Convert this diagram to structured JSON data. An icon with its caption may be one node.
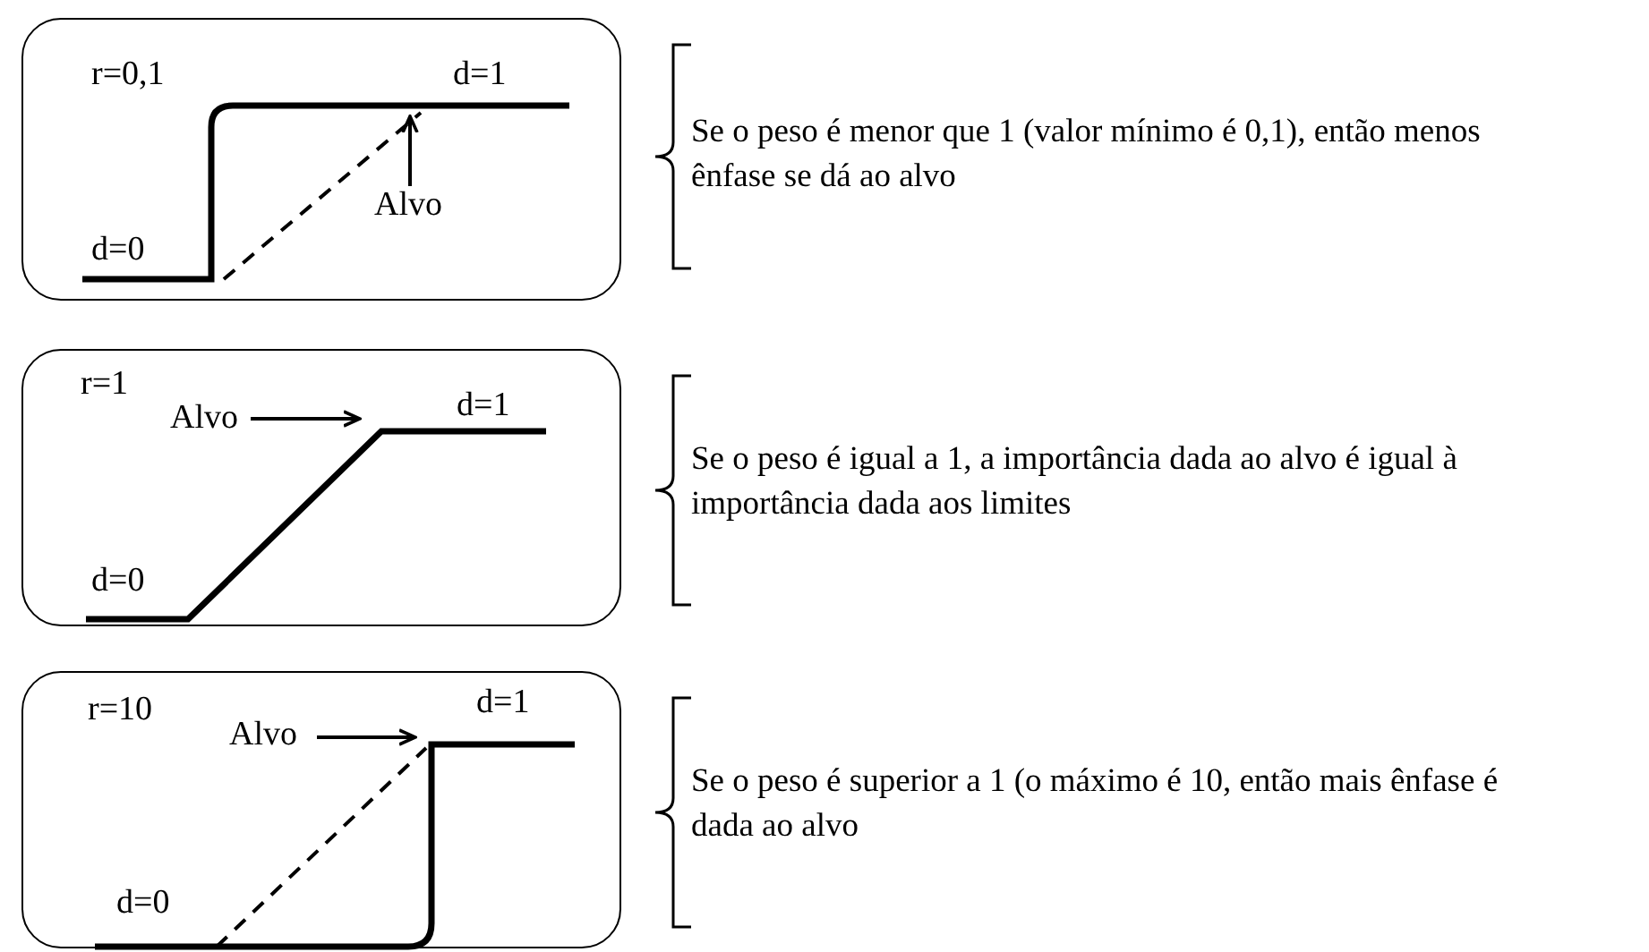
{
  "diagram": {
    "nodes": [
      {
        "text": [
          "r=0,1",
          "d=1",
          "d=0"
        ]
      },
      {
        "text": [
          "Alvo"
        ],
        "in": 0
      },
      {
        "text": [
          "r=1",
          "d=1",
          "d=0"
        ]
      },
      {
        "text": [
          "Alvo"
        ],
        "in": 2
      },
      {
        "text": [
          "r=10",
          "d=1",
          "d=0"
        ]
      },
      {
        "text": [
          "Alvo"
        ],
        "in": 4
      }
    ],
    "edges": [
      {
        "from": 1,
        "to": null,
        "arrow": "to"
      },
      {
        "from": 3,
        "to": null,
        "arrow": "to"
      },
      {
        "from": 5,
        "to": null,
        "arrow": "to"
      }
    ],
    "labels": [
      "Se o peso é menor que 1 (valor mínimo é 0,1), então menos ênfase se dá ao alvo",
      "Se o peso é igual a 1, a importância dada ao alvo é igual à importância dada aos limites",
      "Se o peso é superior a 1 (o máximo é 10, então mais ênfase é dada ao alvo"
    ]
  }
}
